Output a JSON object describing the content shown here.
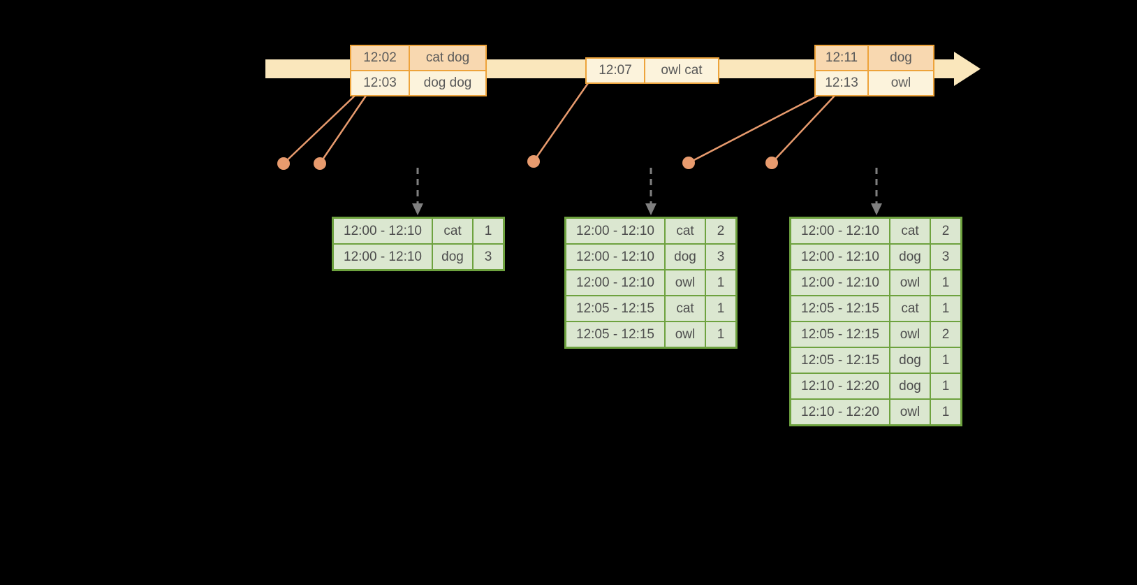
{
  "colors": {
    "background": "#000000",
    "timeline-band": "#FAE7BC",
    "event-border": "#EDA33B",
    "event-peach": "#F8D8B0",
    "event-cream": "#FCF3DC",
    "event-text": "#595959",
    "connector": "#E89B6E",
    "dash-gray": "#808080",
    "table-border": "#6EA23F",
    "table-cell": "#DBE7D0",
    "table-text": "#4D4D4D"
  },
  "event_boxes": [
    {
      "rows": [
        {
          "time": "12:02",
          "words": "cat dog"
        },
        {
          "time": "12:03",
          "words": "dog dog"
        }
      ]
    },
    {
      "rows": [
        {
          "time": "12:07",
          "words": "owl cat"
        }
      ]
    },
    {
      "rows": [
        {
          "time": "12:11",
          "words": "dog"
        },
        {
          "time": "12:13",
          "words": "owl"
        }
      ]
    }
  ],
  "result_tables": [
    {
      "rows": [
        {
          "window": "12:00 - 12:10",
          "word": "cat",
          "count": "1"
        },
        {
          "window": "12:00 - 12:10",
          "word": "dog",
          "count": "3"
        }
      ]
    },
    {
      "rows": [
        {
          "window": "12:00 - 12:10",
          "word": "cat",
          "count": "2"
        },
        {
          "window": "12:00 - 12:10",
          "word": "dog",
          "count": "3"
        },
        {
          "window": "12:00 - 12:10",
          "word": "owl",
          "count": "1"
        },
        {
          "window": "12:05 - 12:15",
          "word": "cat",
          "count": "1"
        },
        {
          "window": "12:05 - 12:15",
          "word": "owl",
          "count": "1"
        }
      ]
    },
    {
      "rows": [
        {
          "window": "12:00 - 12:10",
          "word": "cat",
          "count": "2"
        },
        {
          "window": "12:00 - 12:10",
          "word": "dog",
          "count": "3"
        },
        {
          "window": "12:00 - 12:10",
          "word": "owl",
          "count": "1"
        },
        {
          "window": "12:05 - 12:15",
          "word": "cat",
          "count": "1"
        },
        {
          "window": "12:05 - 12:15",
          "word": "owl",
          "count": "2"
        },
        {
          "window": "12:05 - 12:15",
          "word": "dog",
          "count": "1"
        },
        {
          "window": "12:10 - 12:20",
          "word": "dog",
          "count": "1"
        },
        {
          "window": "12:10 - 12:20",
          "word": "owl",
          "count": "1"
        }
      ]
    }
  ]
}
